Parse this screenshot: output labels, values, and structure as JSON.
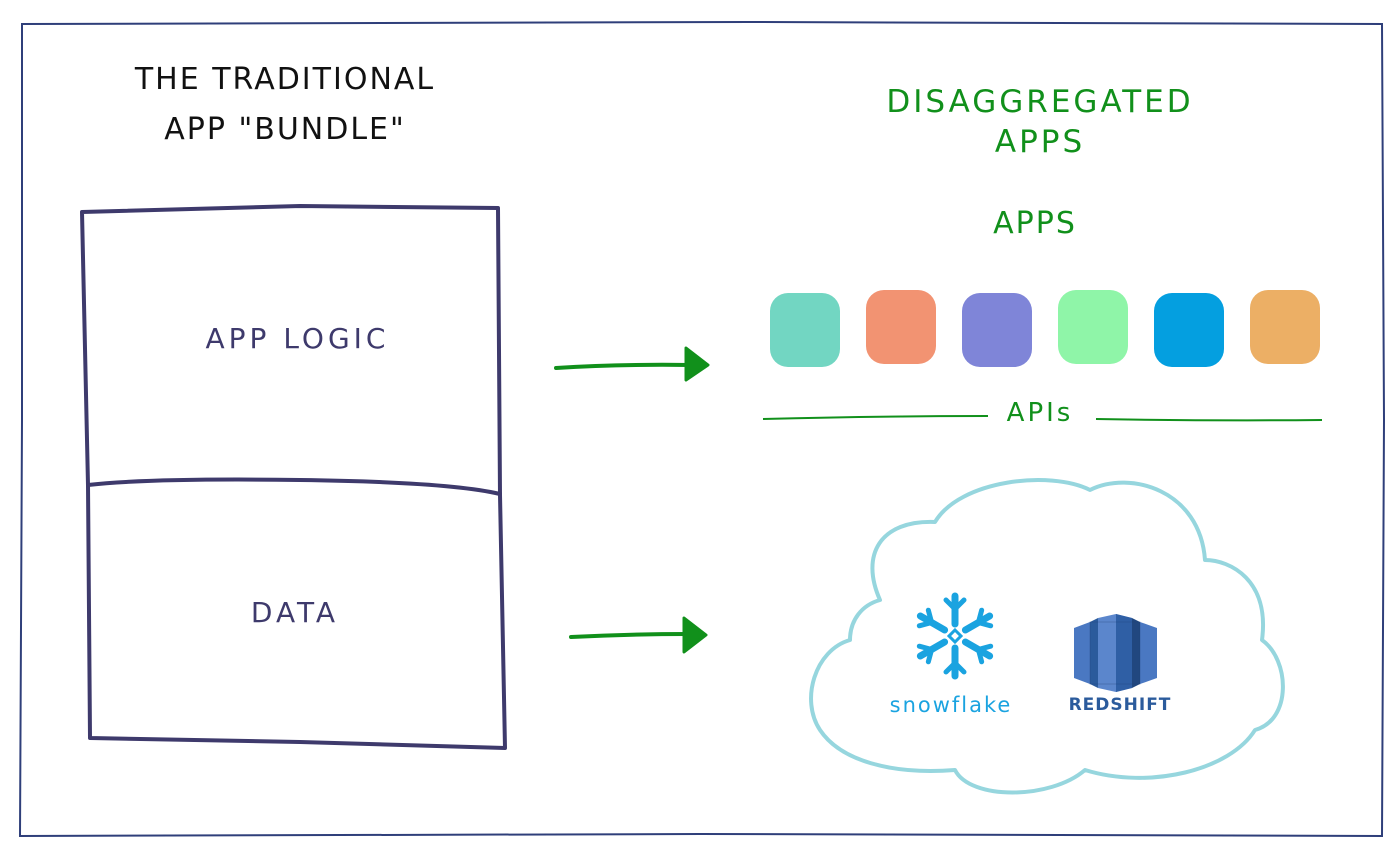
{
  "left": {
    "title_line1": "THE TRADITIONAL",
    "title_line2": "APP \"BUNDLE\"",
    "app_logic": "APP LOGIC",
    "data": "DATA"
  },
  "right": {
    "title_line1": "DISAGGREGATED",
    "title_line2": "APPS",
    "apps_label": "APPS",
    "apis_label": "APIs",
    "brands": {
      "snowflake": "snowflake",
      "redshift": "REDSHIFT"
    }
  },
  "app_tiles": [
    "#72d6c2",
    "#f29372",
    "#7f85d8",
    "#8ff5a8",
    "#049fe0",
    "#ecaf65"
  ],
  "colors": {
    "frame": "#2f3f7a",
    "box": "#3e3a6c",
    "accent_green": "#11901b",
    "cloud": "#96d6de",
    "snowflake_blue": "#1aa3e0",
    "redshift_blue": "#2b5b9c"
  },
  "icons": [
    "arrow-right-icon",
    "snowflake-logo-icon",
    "redshift-logo-icon",
    "cloud-icon"
  ]
}
